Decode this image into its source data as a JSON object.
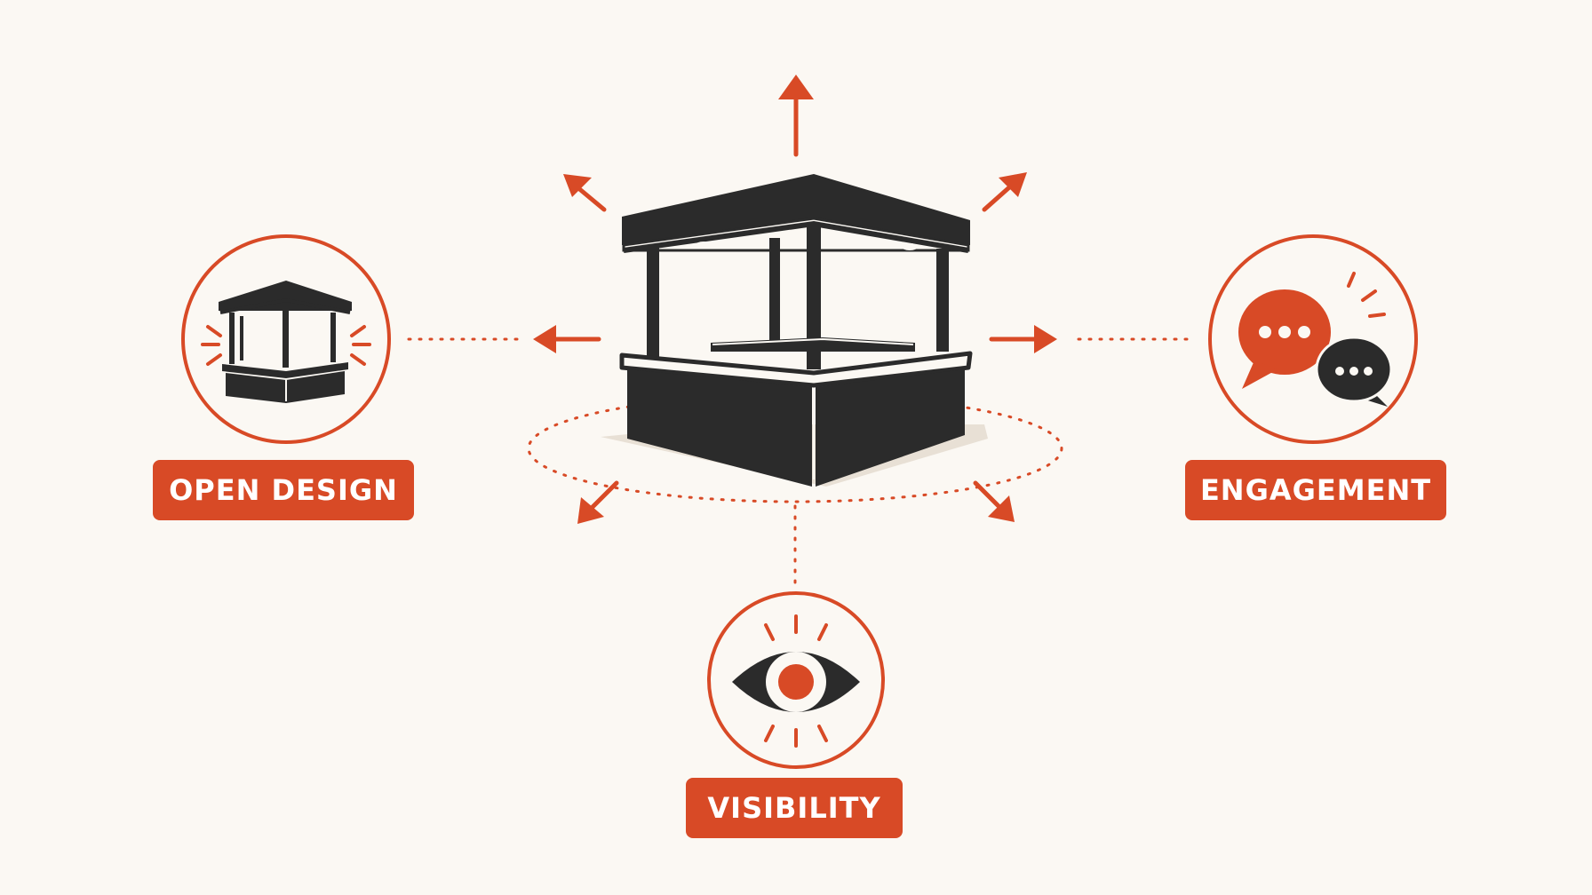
{
  "colors": {
    "accent": "#d84a26",
    "dark": "#2b2b2b",
    "background": "#fbf8f3",
    "shadow": "#e6ddd1"
  },
  "features": [
    {
      "id": "open",
      "label": "OPEN DESIGN",
      "icon": "kiosk-icon"
    },
    {
      "id": "engagement",
      "label": "ENGAGEMENT",
      "icon": "chat-bubbles-icon"
    },
    {
      "id": "visibility",
      "label": "VISIBILITY",
      "icon": "eye-icon"
    }
  ],
  "center": {
    "icon": "kiosk-booth-icon"
  }
}
